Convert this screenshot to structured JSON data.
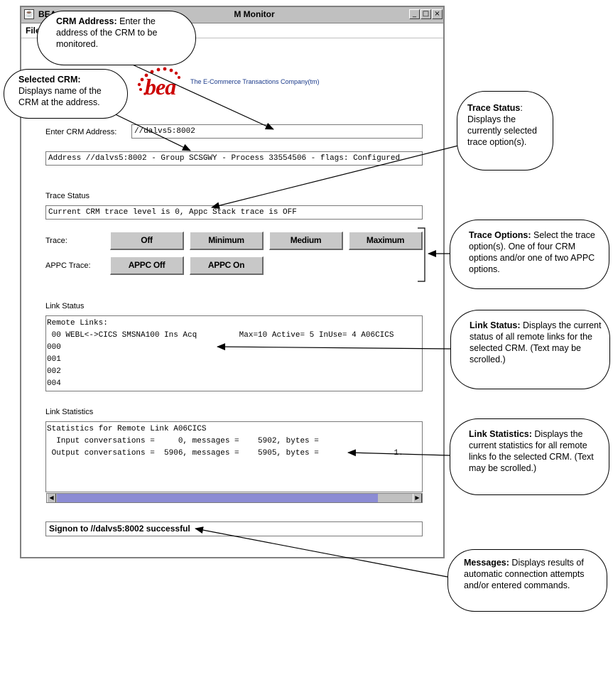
{
  "window": {
    "title": "BEA",
    "title_suffix": "M Monitor",
    "controls": [
      "_",
      "□",
      "×"
    ]
  },
  "menu": {
    "file": "File"
  },
  "brand": {
    "logo_text": "bea",
    "tagline": "The E-Commerce Transactions Company(tm)"
  },
  "crm_address": {
    "label": "Enter CRM Address:",
    "value": "//dalvs5:8002"
  },
  "selected_crm": {
    "value": "Address //dalvs5:8002 - Group SCSGWY - Process 33554506 - flags: Configured"
  },
  "trace_status": {
    "label": "Trace Status",
    "value": "Current CRM trace level is 0, Appc Stack trace is OFF"
  },
  "trace": {
    "label": "Trace:",
    "buttons": [
      "Off",
      "Minimum",
      "Medium",
      "Maximum"
    ]
  },
  "appc_trace": {
    "label": "APPC Trace:",
    "buttons": [
      "APPC Off",
      "APPC On"
    ]
  },
  "link_status": {
    "label": "Link Status",
    "lines": [
      "Remote Links:",
      " 00 WEBL<->CICS SMSNA100 Ins Acq         Max=10 Active= 5 InUse= 4 A06CICS",
      "000",
      "001",
      "002",
      "004"
    ]
  },
  "link_statistics": {
    "label": "Link Statistics",
    "lines": [
      "Statistics for Remote Link A06CICS",
      "  Input conversations =     0, messages =    5902, bytes =",
      " Output conversations =  5906, messages =    5905, bytes =                1."
    ]
  },
  "message": {
    "value": "Signon to //dalvs5:8002 successful"
  },
  "callouts": {
    "crm_address": {
      "title": "CRM Address:",
      "body": " Enter the address of the CRM  to be monitored."
    },
    "selected_crm": {
      "title": "Selected CRM:",
      "body": "Displays name of the CRM at the address."
    },
    "trace_status": {
      "title": "Trace Status",
      "body": ": Displays the currently selected trace option(s)."
    },
    "trace_options": {
      "title": "Trace Options:",
      "body": " Select the trace option(s). One of four CRM options and/or one of two APPC options."
    },
    "link_status": {
      "title": "Link Status:",
      "body": " Displays the current status of all remote links for the selected CRM. (Text may be scrolled.)"
    },
    "link_statistics": {
      "title": "Link Statistics:",
      "body": " Displays the current statistics for all remote links fo the selected CRM. (Text may be scrolled.)"
    },
    "messages": {
      "title": "Messages:",
      "body": " Displays results of automatic connection attempts and/or entered commands."
    }
  }
}
